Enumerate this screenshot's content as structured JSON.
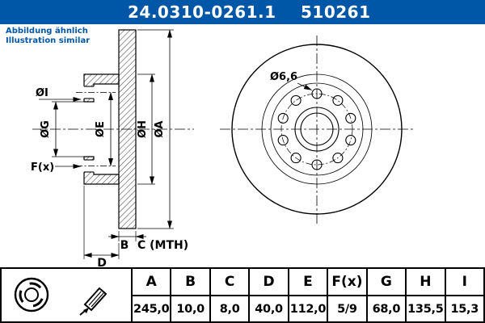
{
  "colors": {
    "brand_blue": "#0057A8"
  },
  "header": {
    "part_number": "24.0310-0261.1",
    "reference": "510261"
  },
  "note": {
    "line1": "Abbildung ähnlich",
    "line2": "Illustration similar"
  },
  "drawing": {
    "labels": {
      "dia_i": "ØI",
      "dia_g": "ØG",
      "dia_e": "ØE",
      "dia_h": "ØH",
      "dia_a": "ØA",
      "f_x": "F(x)",
      "b": "B",
      "c_mth": "C (MTH)",
      "d": "D",
      "hole_dia": "Ø6,6"
    }
  },
  "table": {
    "columns": [
      "A",
      "B",
      "C",
      "D",
      "E",
      "F(x)",
      "G",
      "H",
      "I"
    ],
    "values": [
      "245,0",
      "10,0",
      "8,0",
      "40,0",
      "112,0",
      "5/9",
      "68,0",
      "135,5",
      "15,3"
    ]
  }
}
